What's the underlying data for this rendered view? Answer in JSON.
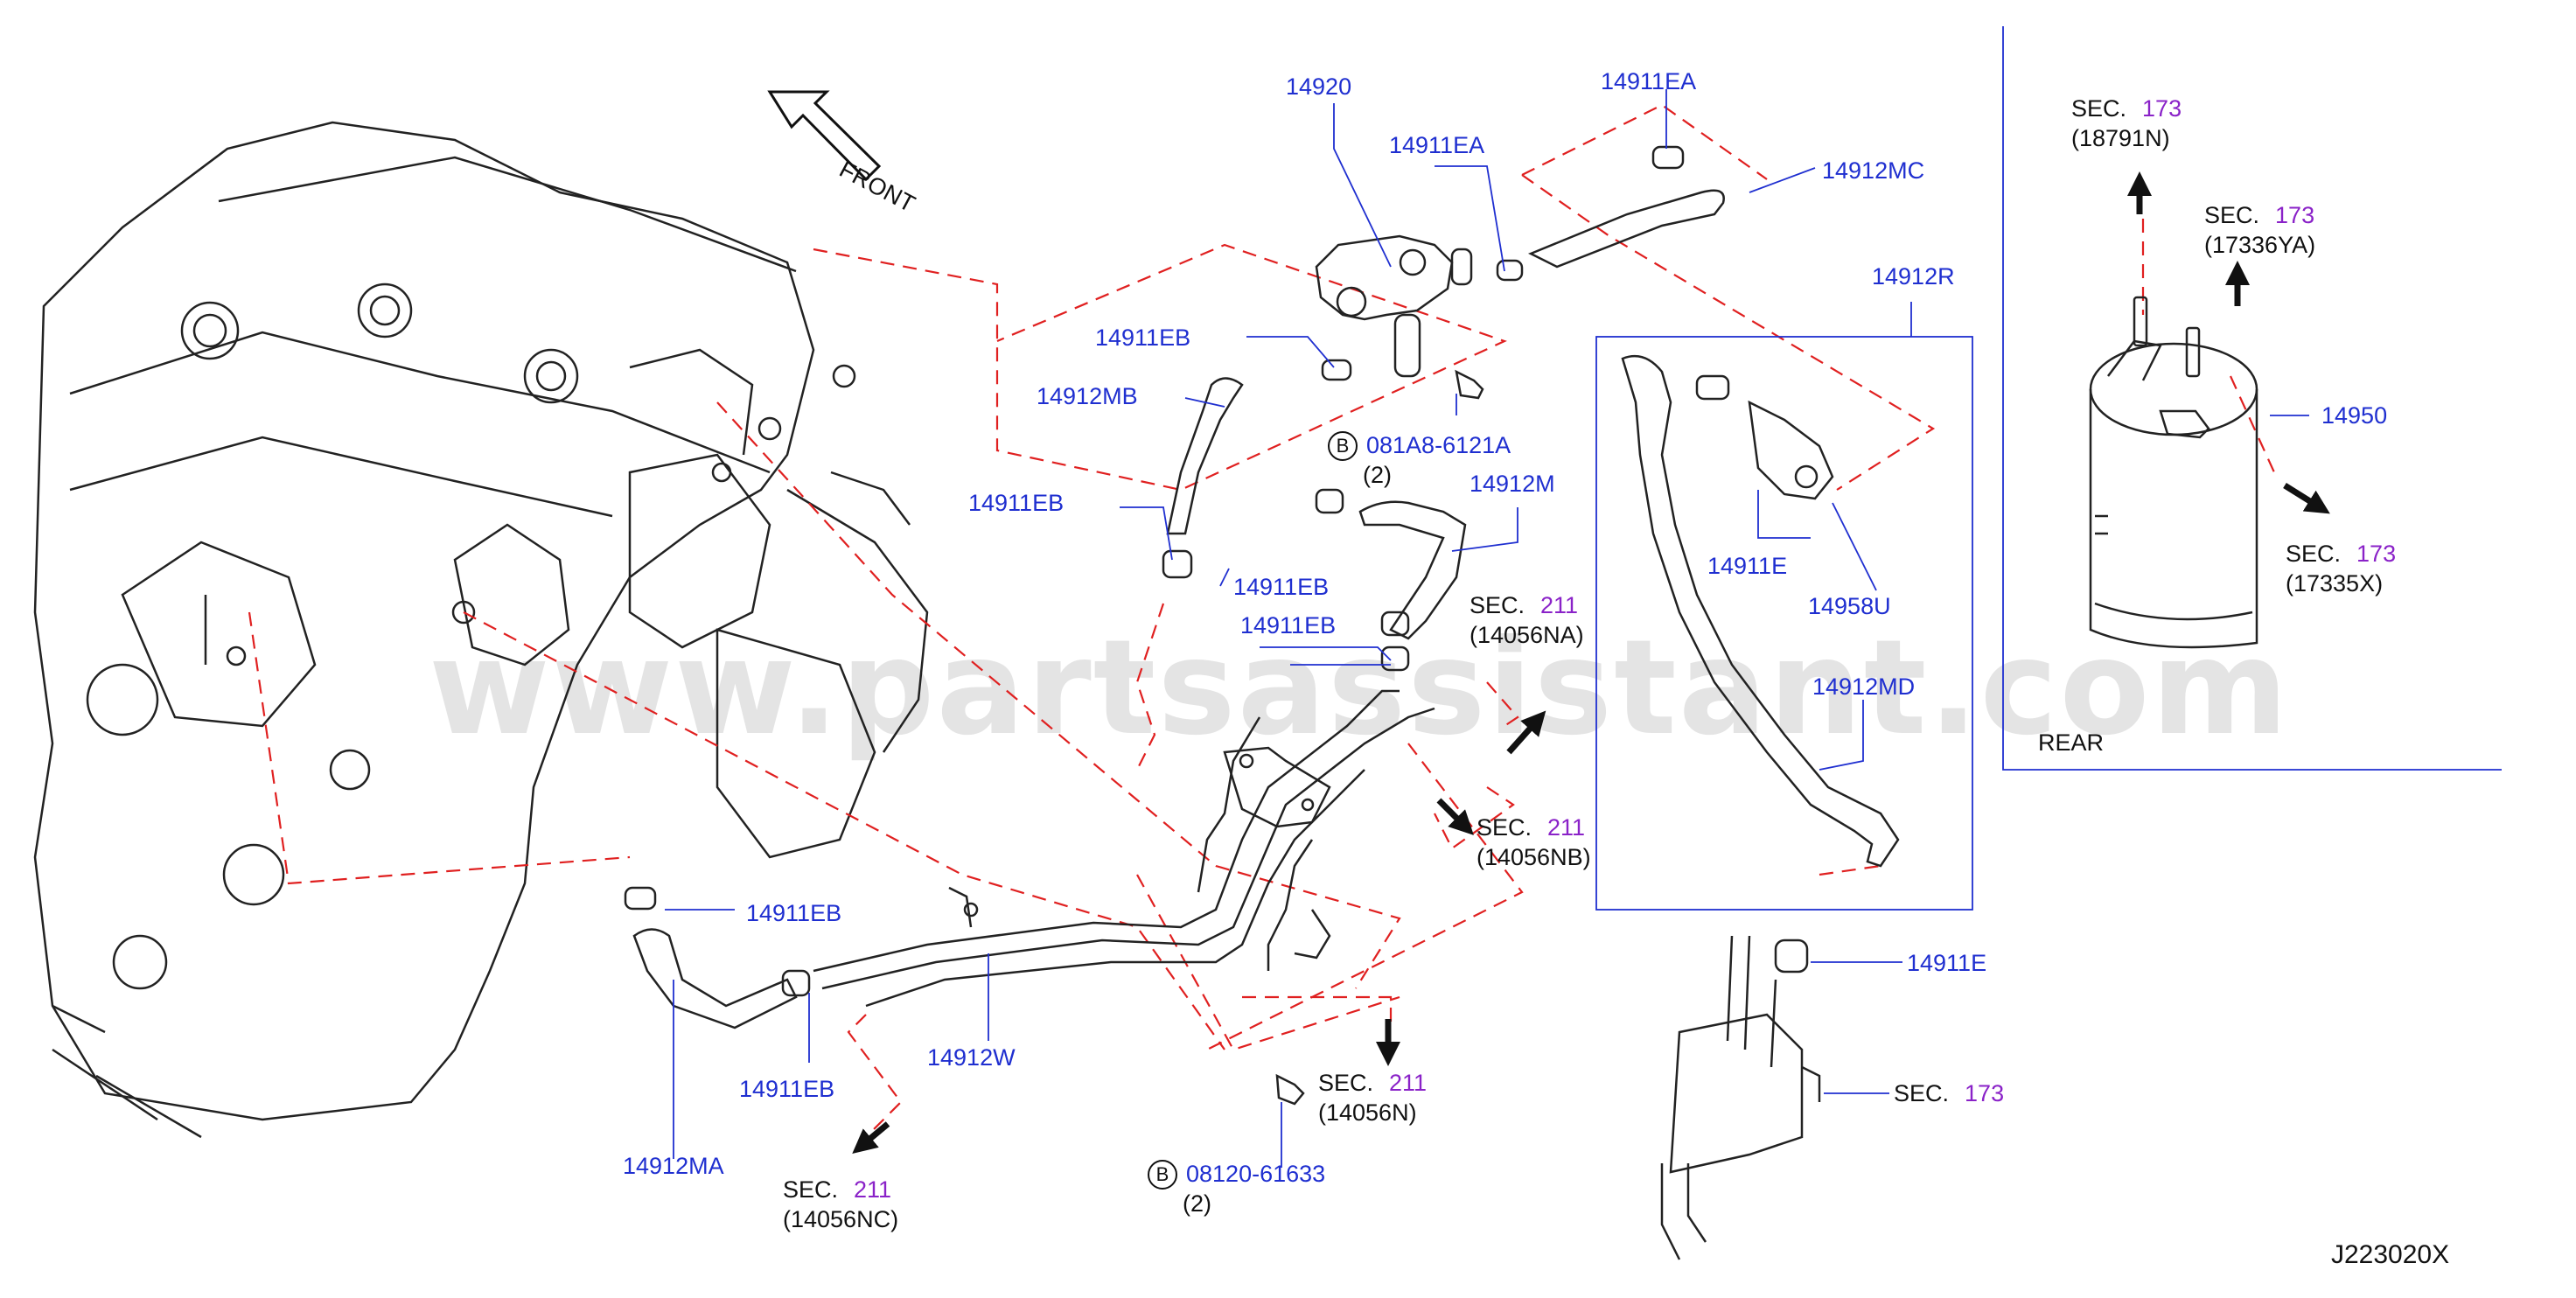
{
  "diagram": {
    "code": "J223020X",
    "watermark": "www.partsassistant.com",
    "front_label": "FRONT",
    "rear_label": "REAR"
  },
  "parts": {
    "p14920": "14920",
    "p14911EA_top": "14911EA",
    "p14911EA": "14911EA",
    "p14912MC": "14912MC",
    "p14912R": "14912R",
    "p14911EB_upper": "14911EB",
    "p14912MB": "14912MB",
    "p14911EB_mid": "14911EB",
    "p14911EB_b": "14911EB",
    "p14911EB_c": "14911EB",
    "p14912M": "14912M",
    "p14911E_up": "14911E",
    "p14958U": "14958U",
    "p14912MD": "14912MD",
    "p14911EB_low": "14911EB",
    "p14911EB_bot": "14911EB",
    "p14912W": "14912W",
    "p14912MA": "14912MA",
    "p14911E_low": "14911E",
    "p14950": "14950"
  },
  "bolts": [
    {
      "circle": "B",
      "part": "081A8-6121A",
      "qty": "(2)"
    },
    {
      "circle": "B",
      "part": "08120-61633",
      "qty": "(2)"
    }
  ],
  "sections": {
    "s_na": {
      "sec": "SEC.",
      "num": "211",
      "code": "(14056NA)"
    },
    "s_nb": {
      "sec": "SEC.",
      "num": "211",
      "code": "(14056NB)"
    },
    "s_n": {
      "sec": "SEC.",
      "num": "211",
      "code": "(14056N)"
    },
    "s_nc": {
      "sec": "SEC.",
      "num": "211",
      "code": "(14056NC)"
    },
    "s_173_pipe": {
      "sec": "SEC.",
      "num": "173",
      "code": ""
    },
    "s_18791n": {
      "sec": "SEC.",
      "num": "173",
      "code": "(18791N)"
    },
    "s_17336ya": {
      "sec": "SEC.",
      "num": "173",
      "code": "(17336YA)"
    },
    "s_17335x": {
      "sec": "SEC.",
      "num": "173",
      "code": "(17335X)"
    }
  },
  "colors": {
    "part_label": "#1f2fd0",
    "section_number": "#8a22c8",
    "dash_line": "#e02020",
    "outline": "#1f2fd0",
    "drawing": "#222222"
  }
}
